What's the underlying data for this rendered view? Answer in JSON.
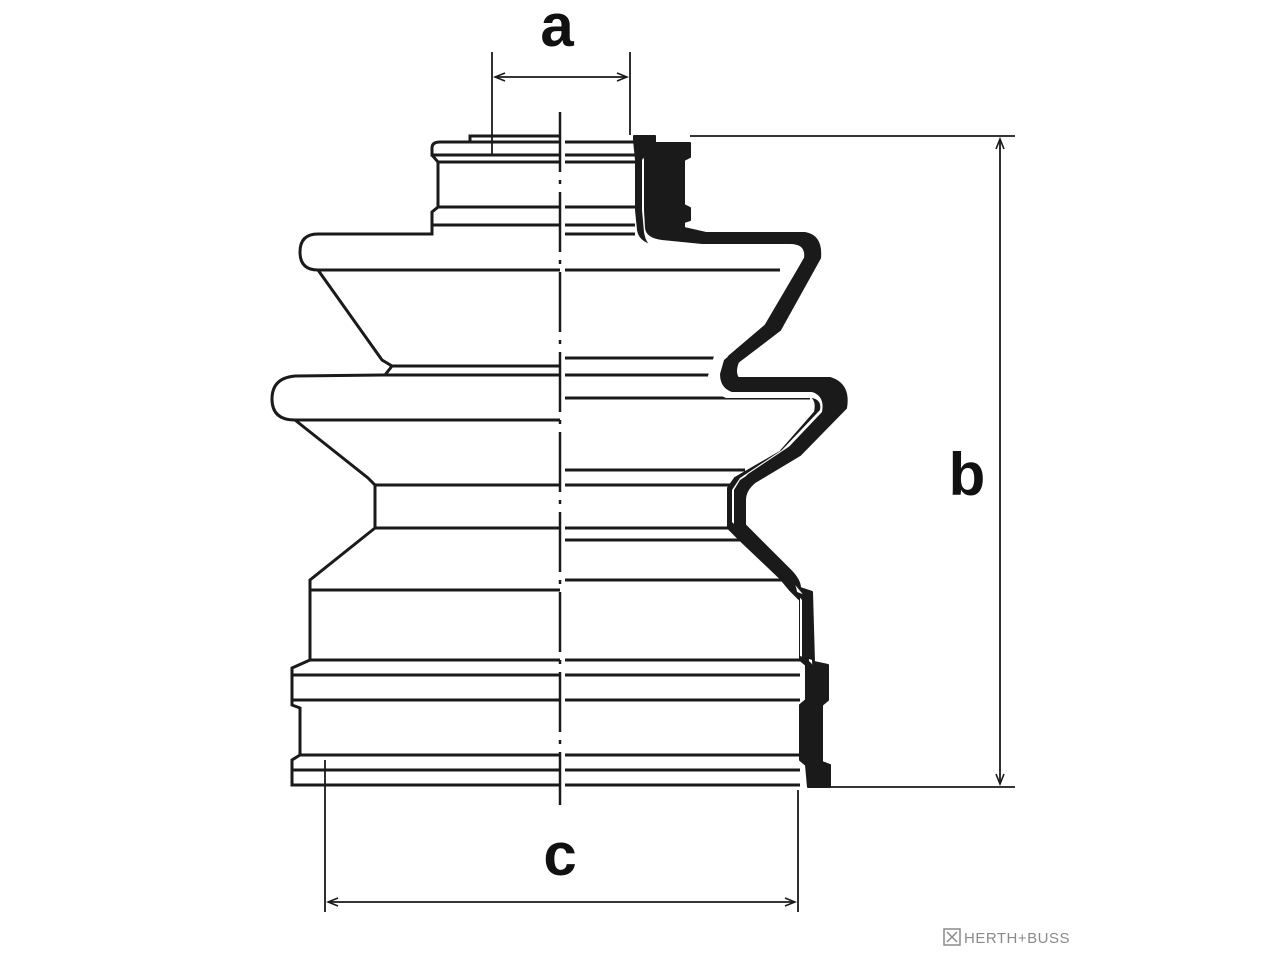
{
  "diagram": {
    "labels": {
      "a": "a",
      "b": "b",
      "c": "c"
    },
    "brand": {
      "text": "HERTH+BUSS",
      "logo_icon": "herth-buss-logo-icon"
    },
    "colors": {
      "line": "#1a1a1a",
      "fill": "#ffffff",
      "brand_gray": "#8a8a8a"
    }
  }
}
